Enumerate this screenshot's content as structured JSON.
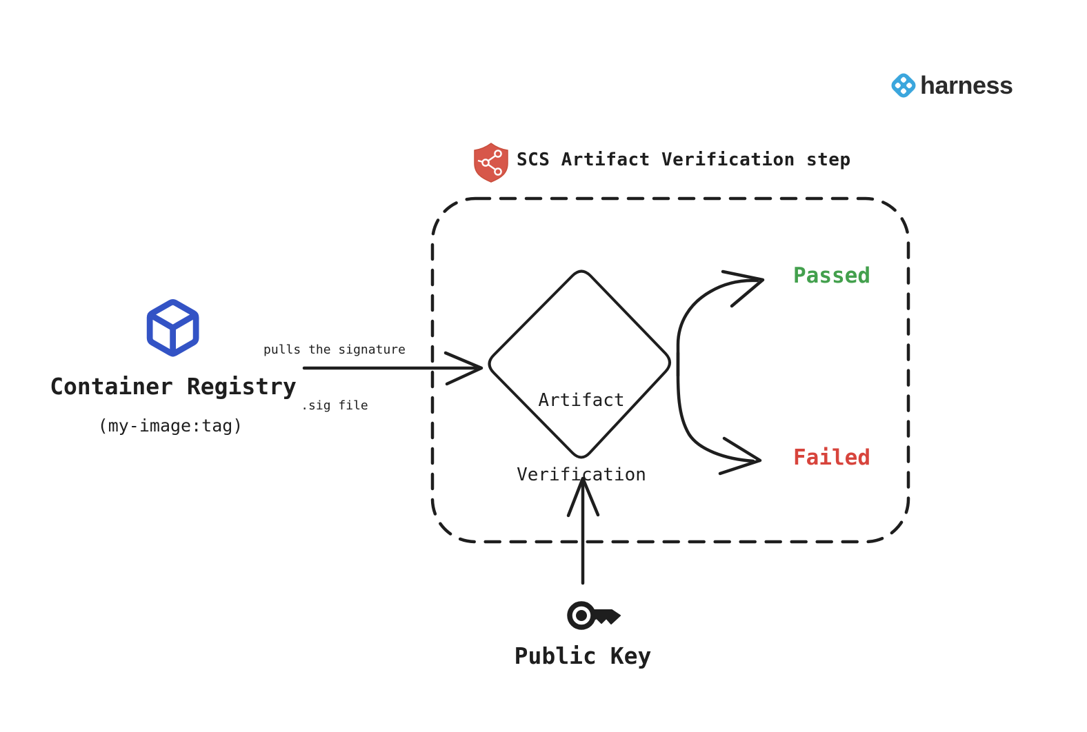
{
  "branding": {
    "logo_text": "harness",
    "logo_color": "#3ba6dd"
  },
  "step_box": {
    "title": "SCS Artifact Verification step",
    "shield_icon_color": "#d7574a",
    "border_color": "#1e1e1e"
  },
  "source": {
    "label": "Container Registry",
    "sublabel": "(my-image:tag)",
    "cube_icon_color": "#3353c5"
  },
  "flow": {
    "edge_label_line1": "pulls the signature",
    "edge_label_line2": ".sig file",
    "decision_line1": "Artifact",
    "decision_line2": "Verification",
    "outcome_passed": {
      "label": "Passed",
      "color": "#43a04d"
    },
    "outcome_failed": {
      "label": "Failed",
      "color": "#d7443c"
    }
  },
  "key_input": {
    "label": "Public Key",
    "key_icon_color": "#1e1e1e"
  }
}
